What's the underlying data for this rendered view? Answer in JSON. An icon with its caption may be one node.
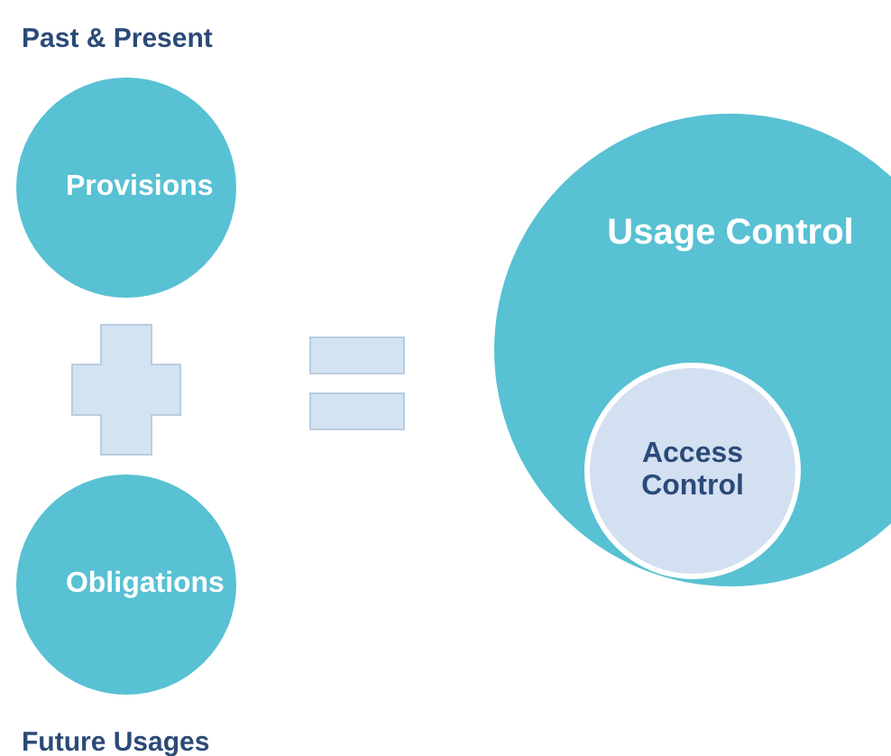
{
  "diagram": {
    "nodes": [
      {
        "text": [
          "Provisions"
        ],
        "beside": [
          "Past & Present"
        ]
      },
      {
        "text": [
          "Obligations"
        ],
        "beside": [
          "Future Usages"
        ]
      },
      {
        "text": [
          "Usage Control"
        ]
      },
      {
        "text": [
          "Access Control"
        ],
        "in": 2
      }
    ]
  }
}
